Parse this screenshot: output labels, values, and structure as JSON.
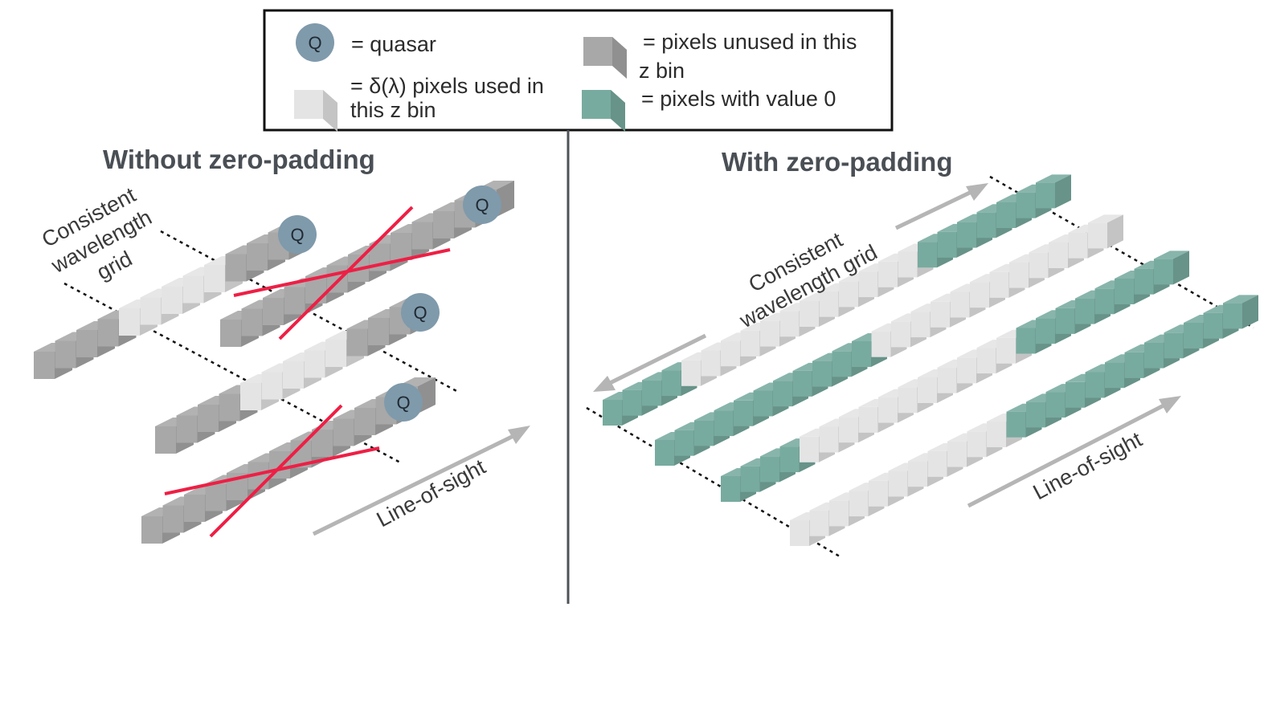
{
  "legend": {
    "quasar_symbol": "Q",
    "quasar_label": "= quasar",
    "used_line1": "= δ(λ) pixels used in",
    "used_line2": "this z bin",
    "unused_line1": "= pixels unused in this",
    "unused_line2": "z bin",
    "zero_label": "= pixels with value 0"
  },
  "left_panel": {
    "title": "Without zero-padding",
    "grid_label": [
      "Consistent",
      "wavelength",
      "grid"
    ],
    "los_label": "Line-of-sight",
    "quasar_symbol": "Q"
  },
  "right_panel": {
    "title": "With zero-padding",
    "grid_label": [
      "Consistent",
      "wavelength grid"
    ],
    "los_label": "Line-of-sight"
  },
  "colors": {
    "quasar_fill": "#7f9aab",
    "used_pixel": "#e4e4e4",
    "unused_pixel": "#a8a8a8",
    "zero_pixel": "#78ab9f",
    "reject_line": "#ee1f45",
    "arrow": "#b5b5b5",
    "divider": "#4e5358"
  },
  "left_sightlines": [
    {
      "pixels": [
        "g",
        "g",
        "g",
        "g",
        "w",
        "w",
        "w",
        "w",
        "w",
        "g",
        "g",
        "g"
      ],
      "rejected": false
    },
    {
      "pixels": [
        "g",
        "g",
        "g",
        "g",
        "g",
        "g",
        "g",
        "g",
        "g",
        "g",
        "g",
        "g",
        "g"
      ],
      "rejected": true
    },
    {
      "pixels": [
        "g",
        "g",
        "g",
        "g",
        "w",
        "w",
        "w",
        "w",
        "w",
        "g",
        "g",
        "g"
      ],
      "rejected": false
    },
    {
      "pixels": [
        "g",
        "g",
        "g",
        "g",
        "g",
        "g",
        "g",
        "g",
        "g",
        "g",
        "g",
        "g",
        "g"
      ],
      "rejected": true
    }
  ],
  "right_sightlines": [
    {
      "pixels": [
        "z",
        "z",
        "z",
        "z",
        "w",
        "w",
        "w",
        "w",
        "w",
        "w",
        "w",
        "w",
        "w",
        "w",
        "w",
        "w",
        "z",
        "z",
        "z",
        "z",
        "z",
        "z",
        "z"
      ]
    },
    {
      "pixels": [
        "z",
        "z",
        "z",
        "z",
        "z",
        "z",
        "z",
        "z",
        "z",
        "z",
        "z",
        "w",
        "w",
        "w",
        "w",
        "w",
        "w",
        "w",
        "w",
        "w",
        "w",
        "w",
        "w"
      ]
    },
    {
      "pixels": [
        "z",
        "z",
        "z",
        "z",
        "w",
        "w",
        "w",
        "w",
        "w",
        "w",
        "w",
        "w",
        "w",
        "w",
        "w",
        "z",
        "z",
        "z",
        "z",
        "z",
        "z",
        "z",
        "z"
      ]
    },
    {
      "pixels": [
        "w",
        "w",
        "w",
        "w",
        "w",
        "w",
        "w",
        "w",
        "w",
        "w",
        "w",
        "z",
        "z",
        "z",
        "z",
        "z",
        "z",
        "z",
        "z",
        "z",
        "z",
        "z",
        "z"
      ]
    }
  ]
}
